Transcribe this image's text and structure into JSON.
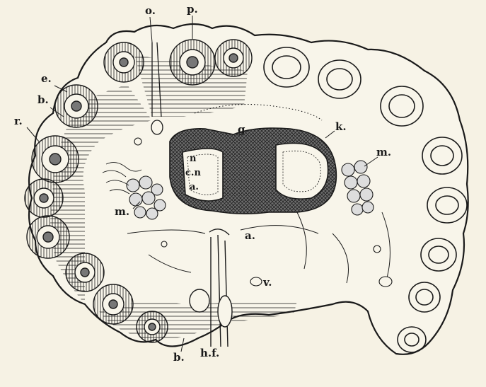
{
  "labels": {
    "o": "o.",
    "p": "p.",
    "e": "e.",
    "b_top": "b.",
    "r": "r.",
    "g": "g",
    "k": "k.",
    "n": "n",
    "cn": "c.n",
    "a_inner": "a.",
    "m_left": "m.",
    "m_right": "m.",
    "a_lower": "a.",
    "v": "v.",
    "b_bottom": "b.",
    "hf": "h.f."
  },
  "colors": {
    "ink": "#1a1a1a",
    "paper": "#f6f2e4"
  }
}
